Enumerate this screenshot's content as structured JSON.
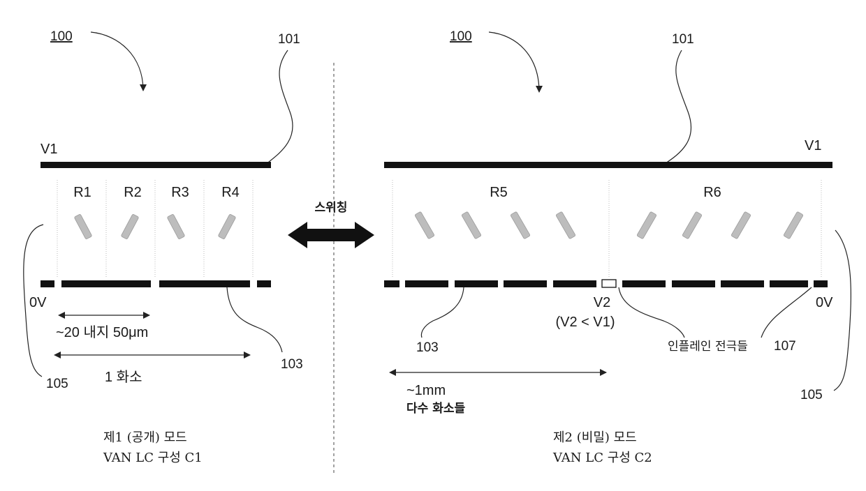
{
  "left": {
    "ref_device": "100",
    "ref_substrate": "101",
    "voltage_top": "V1",
    "voltage_bottom": "0V",
    "regions": [
      "R1",
      "R2",
      "R3",
      "R4"
    ],
    "width_label": "~20 내지 50μm",
    "pixel_label": "1 화소",
    "ref_electrode": "103",
    "ref_layer": "105",
    "mode_line1": "제1 (공개) 모드",
    "mode_line2": "VAN LC 구성 C1"
  },
  "switch_label": "스위칭",
  "right": {
    "ref_device": "100",
    "ref_substrate": "101",
    "voltage_top": "V1",
    "regions": [
      "R5",
      "R6"
    ],
    "v2_label": "V2",
    "v2_condition": "(V2 < V1)",
    "voltage_bottom": "0V",
    "ref_electrode": "103",
    "inplane_label": "인플레인 전극들",
    "ref_inplane": "107",
    "ref_layer": "105",
    "distance_label": "~1mm",
    "pixels_label": "다수 화소들",
    "mode_line1": "제2 (비밀) 모드",
    "mode_line2": "VAN LC 구성 C2"
  }
}
